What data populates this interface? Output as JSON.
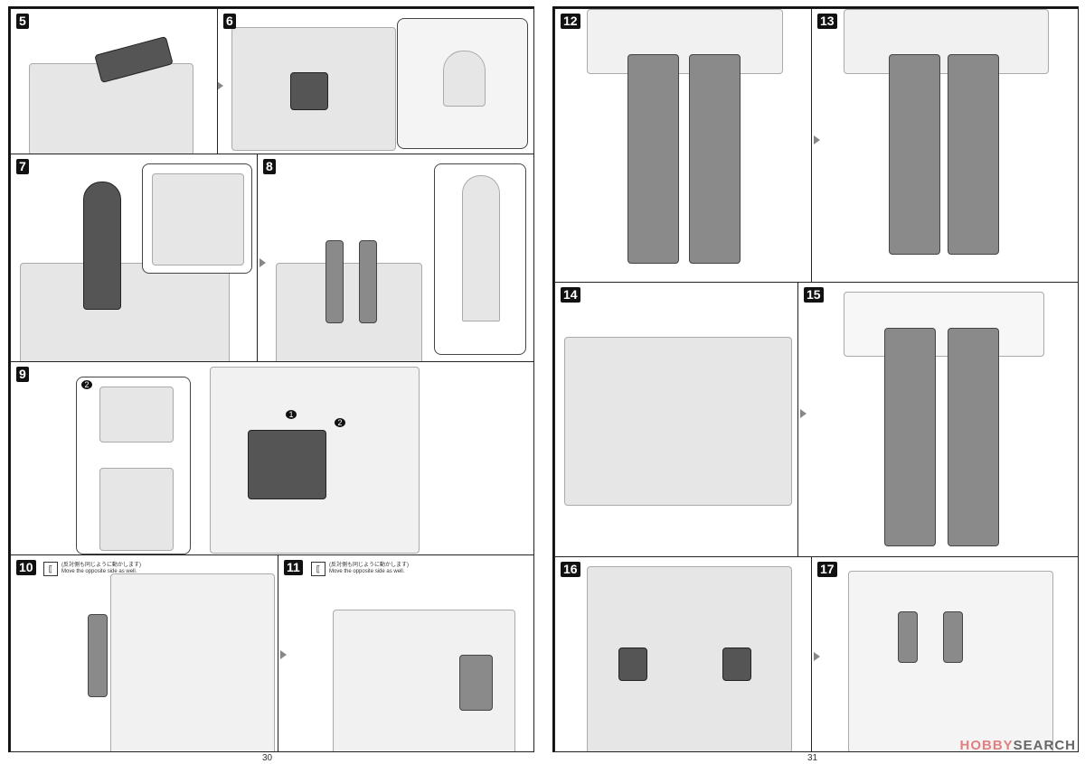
{
  "left_page": {
    "page_number": "30",
    "steps": [
      "5",
      "6",
      "7",
      "8",
      "9",
      "10",
      "11"
    ],
    "sub_labels": [
      "2",
      "1",
      "2"
    ],
    "note_jp": "(反対側も同じように動かします)",
    "note_en": "Move the opposite side as well."
  },
  "right_page": {
    "page_number": "31",
    "steps": [
      "12",
      "13",
      "14",
      "15",
      "16",
      "17"
    ]
  },
  "watermark": {
    "part1": "HOBBY",
    "part2": "SEARCH"
  }
}
